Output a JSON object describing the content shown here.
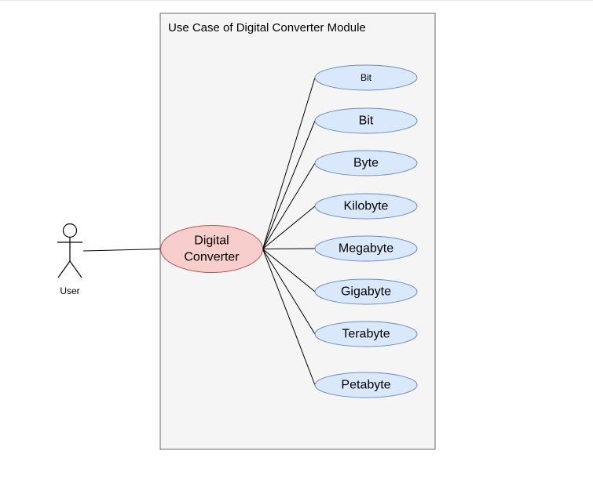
{
  "diagram": {
    "boundary_title": "Use Case of Digital Converter Module",
    "actor": {
      "label": "User"
    },
    "main_use_case": {
      "line1": "Digital",
      "line2": "Converter"
    },
    "use_cases": [
      {
        "label": "Bit",
        "size": "small"
      },
      {
        "label": "Bit"
      },
      {
        "label": "Byte"
      },
      {
        "label": "Kilobyte"
      },
      {
        "label": "Megabyte"
      },
      {
        "label": "Gigabyte"
      },
      {
        "label": "Terabyte"
      },
      {
        "label": "Petabyte"
      }
    ],
    "colors": {
      "use_case_fill": "#dae8fc",
      "use_case_stroke": "#6c8ebf",
      "main_fill": "#f8cecc",
      "main_stroke": "#b85450",
      "boundary_fill": "#f5f5f5"
    }
  }
}
